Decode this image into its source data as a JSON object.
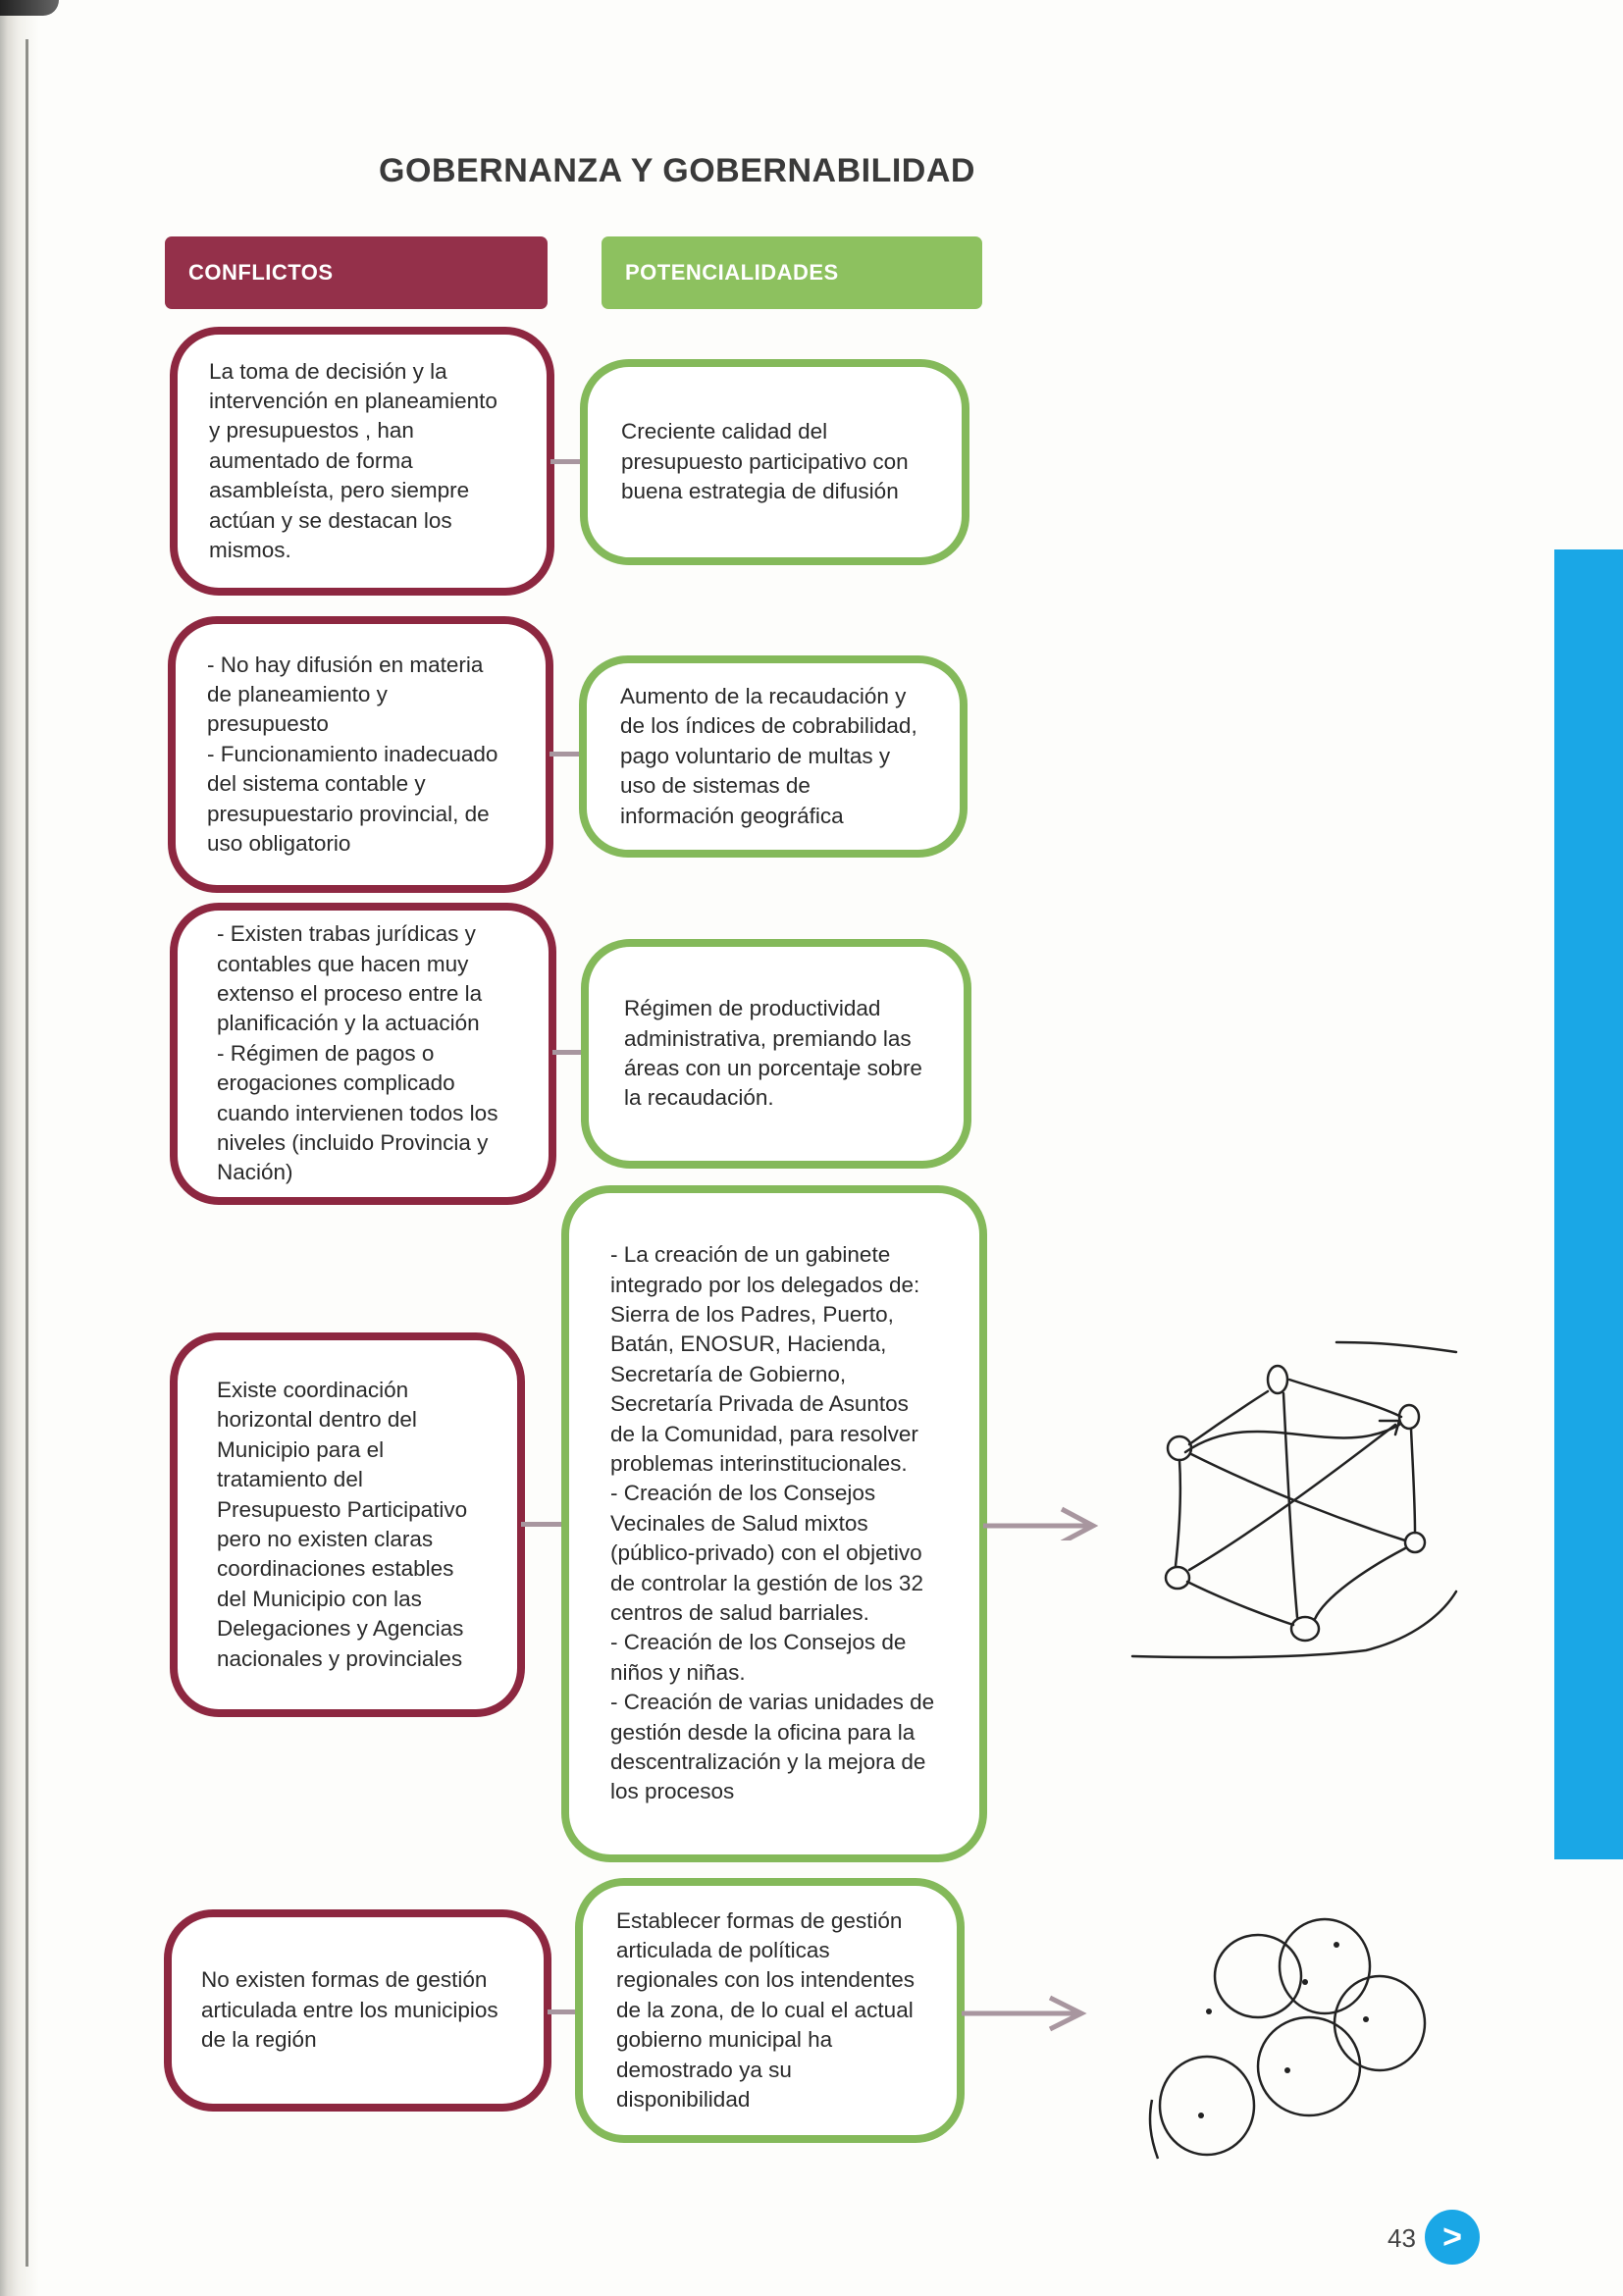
{
  "page": {
    "title": "GOBERNANZA Y GOBERNABILIDAD",
    "page_number": "43",
    "next_icon": "chevron-right-icon"
  },
  "headers": {
    "conflicts": "CONFLICTOS",
    "potentials": "POTENCIALIDADES"
  },
  "rows": [
    {
      "conflict": "La toma de decisión y la\nintervención en planeamiento\ny presupuestos , han\naumentado de forma\nasambleísta, pero siempre\nactúan y se destacan los\nmismos.",
      "potential": "Creciente calidad del\npresupuesto participativo con\nbuena estrategia de difusión"
    },
    {
      "conflict": "- No hay difusión en materia\nde planeamiento y\npresupuesto\n- Funcionamiento inadecuado\ndel sistema contable y\npresupuestario provincial, de\nuso obligatorio",
      "potential": "Aumento de la recaudación y\nde los índices de cobrabilidad,\npago voluntario de multas y\nuso de sistemas de\ninformación geográfica"
    },
    {
      "conflict": "- Existen trabas jurídicas y\ncontables que hacen muy\nextenso el proceso entre la\nplanificación y la actuación\n- Régimen de pagos o\nerogaciones complicado\ncuando intervienen todos los\nniveles (incluido Provincia y\nNación)",
      "potential": "Régimen de productividad\nadministrativa, premiando las\náreas  con un porcentaje sobre\nla recaudación."
    },
    {
      "conflict": "Existe coordinación\nhorizontal dentro del\nMunicipio para el\ntratamiento del\nPresupuesto Participativo\npero no existen claras\ncoordinaciones estables\ndel Municipio con las\nDelegaciones y Agencias\nnacionales y provinciales",
      "potential": "- La creación de un gabinete\nintegrado por los delegados de:\nSierra de los Padres, Puerto,\nBatán, ENOSUR, Hacienda,\nSecretaría de Gobierno,\nSecretaría Privada de Asuntos\nde la Comunidad, para resolver\nproblemas interinstitucionales.\n- Creación de los Consejos\nVecinales de Salud mixtos\n(público-privado) con el objetivo\nde controlar la gestión de los 32\ncentros de salud barriales.\n- Creación de los Consejos de\nniños y niñas.\n- Creación de varias unidades de\ngestión desde la oficina para la\ndescentralización y la mejora de\nlos procesos"
    },
    {
      "conflict": "No existen formas de gestión\narticulada entre los municipios\nde la región",
      "potential": "Establecer formas de gestión\narticulada de políticas\nregionales con los intendentes\nde la zona, de lo cual el actual\ngobierno municipal ha\ndemostrado ya su\ndisponibilidad"
    }
  ],
  "colors": {
    "conflict": "#8d2740",
    "potential": "#84b95a",
    "accent": "#1aa7e6"
  }
}
